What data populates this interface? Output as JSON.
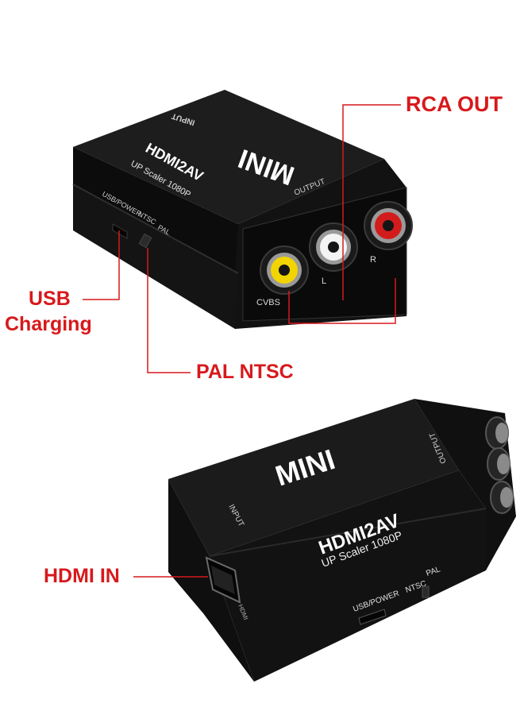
{
  "callouts": {
    "rca_out": "RCA OUT",
    "usb_line1": "USB",
    "usb_line2": "Charging",
    "pal_ntsc": "PAL NTSC",
    "hdmi_in": "HDMI IN"
  },
  "device_top": {
    "input_label": "INPUT",
    "brand": "MINI",
    "model": "HDMI2AV",
    "subtitle": "UP Scaler 1080P",
    "output_label": "OUTPUT",
    "usb_power": "USB/POWER",
    "ntsc": "NTSC",
    "pal": "PAL",
    "cvbs": "CVBS",
    "left": "L",
    "right": "R"
  },
  "device_bottom": {
    "brand": "MINI",
    "model": "HDMI2AV",
    "subtitle": "UP Scaler 1080P",
    "output_label": "OUTPUT",
    "input_label": "INPUT",
    "usb_power": "USB/POWER",
    "ntsc": "NTSC",
    "pal": "PAL",
    "hdmi": "HDMI"
  },
  "colors": {
    "callout_red": "#d7191c",
    "device_body": "#161616",
    "rca_video": "#f2d400",
    "rca_left": "#f4f4f4",
    "rca_right": "#d21c1c"
  }
}
